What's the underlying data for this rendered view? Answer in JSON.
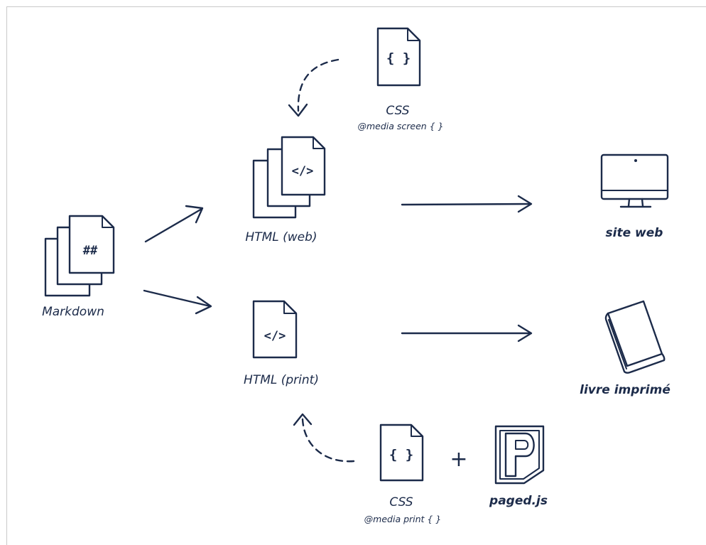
{
  "colors": {
    "ink": "#1c2b4a",
    "background": "#ffffff",
    "border": "#c9c9c9"
  },
  "nodes": {
    "markdown": {
      "label": "Markdown",
      "glyph": "##",
      "icon": "stacked-document-icon"
    },
    "css_screen": {
      "label": "CSS",
      "sublabel": "@media screen { }",
      "glyph": "{ }",
      "icon": "document-icon"
    },
    "html_web": {
      "label": "HTML (web)",
      "glyph": "</>",
      "icon": "stacked-document-icon"
    },
    "site_web": {
      "label": "site web",
      "icon": "monitor-icon"
    },
    "html_print": {
      "label": "HTML (print)",
      "glyph": "</>",
      "icon": "document-icon"
    },
    "livre": {
      "label": "livre imprimé",
      "icon": "book-icon"
    },
    "css_print": {
      "label": "CSS",
      "sublabel": "@media print { }",
      "glyph": "{ }",
      "icon": "document-icon"
    },
    "plus": {
      "symbol": "+"
    },
    "pagedjs": {
      "label": "paged.js",
      "icon": "pagedjs-logo-icon"
    }
  }
}
